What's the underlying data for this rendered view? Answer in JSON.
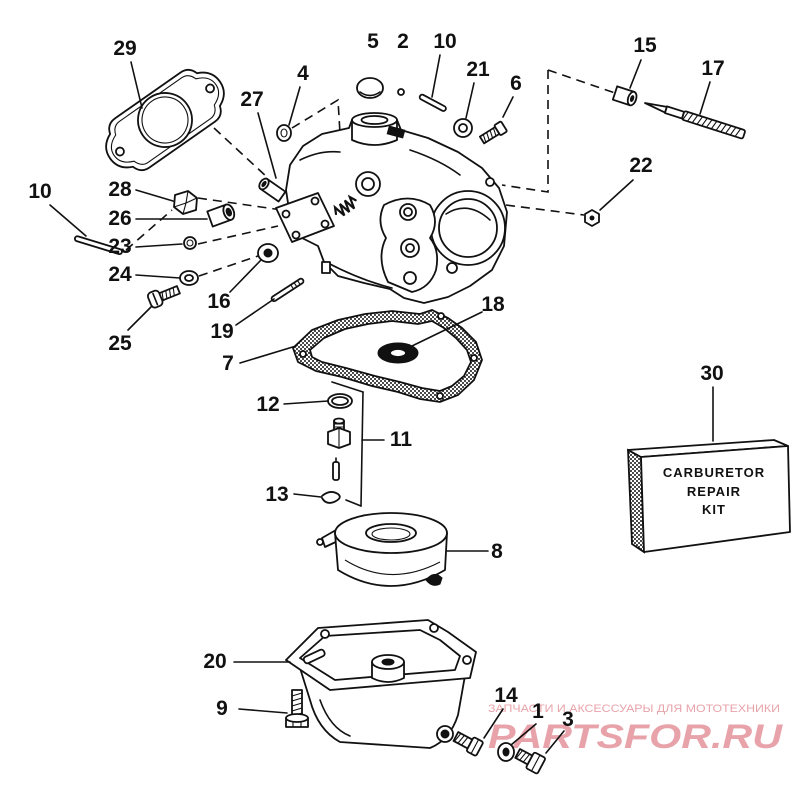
{
  "callouts": {
    "c29": "29",
    "c5": "5",
    "c2": "2",
    "c10_top": "10",
    "c4": "4",
    "c21": "21",
    "c6": "6",
    "c15": "15",
    "c17": "17",
    "c27": "27",
    "c22": "22",
    "c10_left": "10",
    "c28": "28",
    "c26": "26",
    "c23": "23",
    "c24": "24",
    "c25": "25",
    "c16": "16",
    "c19": "19",
    "c18": "18",
    "c7": "7",
    "c30": "30",
    "c12": "12",
    "c11": "11",
    "c13": "13",
    "c8": "8",
    "c20": "20",
    "c9": "9",
    "c14": "14",
    "c1": "1",
    "c3": "3"
  },
  "kit_box": {
    "line1": "CARBURETOR",
    "line2": "REPAIR",
    "line3": "KIT"
  },
  "watermark": {
    "tagline": "ЗАПЧАСТИ И АКСЕССУАРЫ ДЛЯ МОТОТЕХНИКИ",
    "logo": "PARTSFOR.RU"
  },
  "colors": {
    "ink": "#111111",
    "background": "#ffffff",
    "watermark": "#e8a3aa"
  }
}
